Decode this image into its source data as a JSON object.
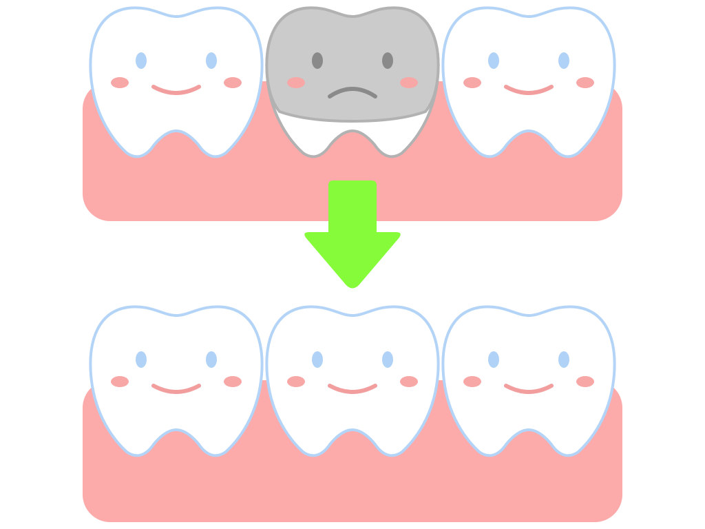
{
  "colors": {
    "background": "#ffffff",
    "gum": "#fdaaaa",
    "tooth_fill": "#ffffff",
    "tooth_outline": "#b3d4f7",
    "eye": "#b0d2f6",
    "cheek": "#f8a7a7",
    "smile": "#f29e9e",
    "metal_crown": "#cbcbcb",
    "metal_outline": "#b2b2b2",
    "sad_feature": "#8a8a8a",
    "arrow": "#86fb3a"
  },
  "before": {
    "teeth": [
      {
        "kind": "healthy",
        "mood": "happy",
        "icon": "healthy-tooth-icon"
      },
      {
        "kind": "metal-crown",
        "mood": "sad",
        "icon": "metal-crown-tooth-icon"
      },
      {
        "kind": "healthy",
        "mood": "happy",
        "icon": "healthy-tooth-icon"
      }
    ]
  },
  "transition": {
    "icon": "down-arrow-icon"
  },
  "after": {
    "teeth": [
      {
        "kind": "healthy",
        "mood": "happy",
        "icon": "healthy-tooth-icon"
      },
      {
        "kind": "healthy",
        "mood": "happy",
        "icon": "healthy-tooth-icon"
      },
      {
        "kind": "healthy",
        "mood": "happy",
        "icon": "healthy-tooth-icon"
      }
    ]
  }
}
